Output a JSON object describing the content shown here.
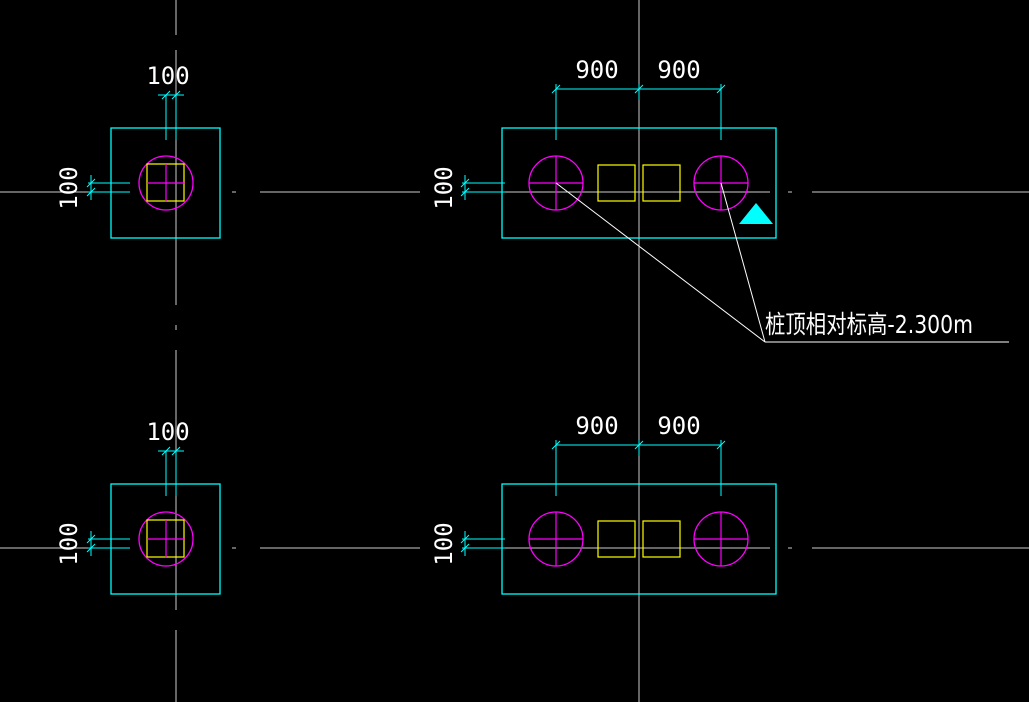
{
  "colors": {
    "background": "#000000",
    "axis": "#ffffff",
    "cap": "#00ffff",
    "pile": "#ff00ff",
    "column": "#ffff00",
    "marker": "#00ffff",
    "text": "#ffffff"
  },
  "dimensions": {
    "single_offset": "100",
    "pile_spacing": "900"
  },
  "annotation": {
    "text": "桩顶相对标高-2.300m"
  },
  "icons": {
    "elevation_marker": "triangle-marker-icon"
  }
}
